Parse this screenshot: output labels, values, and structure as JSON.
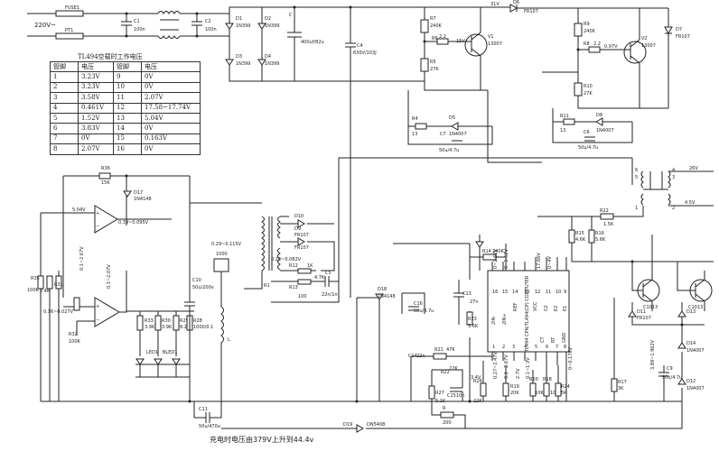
{
  "mains_label": "220V~",
  "table": {
    "title": "TL494空载时工作电压",
    "headers": [
      "管脚",
      "电压",
      "管脚",
      "电压"
    ],
    "rows": [
      [
        "1",
        "3.23V",
        "9",
        "0V"
      ],
      [
        "2",
        "3.23V",
        "10",
        "0V"
      ],
      [
        "3",
        "3.58V",
        "11",
        "2.07V"
      ],
      [
        "4",
        "0.461V",
        "12",
        "17.58~17.74V"
      ],
      [
        "5",
        "1.52V",
        "13",
        "5.04V"
      ],
      [
        "6",
        "3.83V",
        "14",
        "0V"
      ],
      [
        "7",
        "0V",
        "15",
        "0.163V"
      ],
      [
        "8",
        "2.07V",
        "16",
        "0V"
      ]
    ]
  },
  "caption": "充电时电压由379V上升到44.4v",
  "labels": {
    "fuse": "FUSE1",
    "pt": "PT1",
    "c1": "C1",
    "c1v": "100n",
    "c2": "C2",
    "c2v": "100n",
    "d1": "D1",
    "d2": "D2",
    "d3": "D3",
    "d4": "D4",
    "d_model": "1N399",
    "cbig": "C",
    "cbigv": "400uf/82u",
    "c4": "C4",
    "c4v": "630V/103J",
    "v31": "31V",
    "d6": "D6",
    "d6v": "FR107",
    "r7": "R7",
    "r7v": "240K",
    "r6": "R6",
    "r6v": "2.2",
    "r5": "R5",
    "r5v": "27K",
    "v1": "V1",
    "v1v": "13007",
    "v15": "15V",
    "r9": "R9",
    "r9v": "240K",
    "r8": "R8",
    "r8v": "2.2",
    "v2": "V2",
    "v2v": "13007",
    "v07": "0.97V",
    "d7": "D7",
    "d7v": "FR107",
    "r10": "R10",
    "r10v": "27K",
    "r4": "R4",
    "r4v": "13",
    "d5": "D5",
    "d5v": "1N4007",
    "c7": "C7",
    "c7v": "50u/4.7u",
    "r11": "R11",
    "r11v": "13",
    "d8": "D8",
    "d8v": "1N4007",
    "c6": "C6",
    "c6v": "50u/4.7u",
    "v26": "26V",
    "v45": "4.5V",
    "r36": "R36",
    "r36v": "15K",
    "v504": "5.04V",
    "d17": "D17",
    "d17v": "1N4148",
    "v039": "0.39~0.095V",
    "r35": "R35",
    "r35v": "100K",
    "r34": "R34",
    "r34v": "2.4K",
    "r31": "R31",
    "r32": "R32",
    "r32v": "100K",
    "v3": "0.16~0.027V",
    "r33": "R33",
    "r33v": "3.9K",
    "r30": "R30",
    "r30v": "3.9K",
    "r29": "R29",
    "r29v": "8.2K",
    "r28": "R28",
    "r28v": "1000/0.1",
    "led": "LED1",
    "led2": "BLED1",
    "c10": "C10",
    "c10v": "50u/200v",
    "v0115": "0.29~0.115V",
    "c11": "C11",
    "c11v": "50u/470u",
    "l": "L",
    "d10": "D10",
    "d9": "D9",
    "d10v": "FR107",
    "d9v": "FR107",
    "v0282": "0.22~0.082V",
    "r12": "R12",
    "r13": "R13",
    "r13v": "1K",
    "r12v": "4.7K",
    "c5": "C5",
    "c5v": "22n/1n",
    "d18": "D18",
    "d18v": "1N4148",
    "c16": "C16",
    "c16v": "50u/4.7u",
    "c13": "C13",
    "c13v": "27n",
    "r14": "R14",
    "r14v": "240K",
    "r23": "R23",
    "r23v": "3.6K",
    "r21": "R21",
    "r21v": "47K",
    "c14": "C14",
    "c14v": "22n",
    "r22": "R22",
    "r22v": "22K",
    "r27": "R27",
    "r27v": "5.1K",
    "c15": "C15",
    "c15v": "10n",
    "r26": "R26",
    "r26v": "22K",
    "r19": "R19",
    "r19v": "20K",
    "r20": "R20",
    "r20v": "10K",
    "r18": "R18",
    "r18v": "10K",
    "r24": "R24",
    "r24v": "5K",
    "r15": "R15",
    "r15v": "4.6K",
    "r16": "R16",
    "r16v": "5.6K",
    "r17": "R17",
    "r17v": "3K",
    "r": "R",
    "rv": "200",
    "d19": "D19",
    "d19v": "DN5408",
    "r22b": "R22",
    "r22bv": "1.5K",
    "c9": "C9",
    "c9v": "50u/4.7u",
    "d11": "D11",
    "d13": "D13",
    "d11v": "FR107",
    "d14": "D14",
    "d14v": "1N4007",
    "d12": "D12",
    "d12v": "1N4007",
    "q1": "C1013",
    "q2": "C1013",
    "chip": "TL494 CPN/TL494(CP) COMPUTER",
    "v389": "3.89~1.962V"
  }
}
